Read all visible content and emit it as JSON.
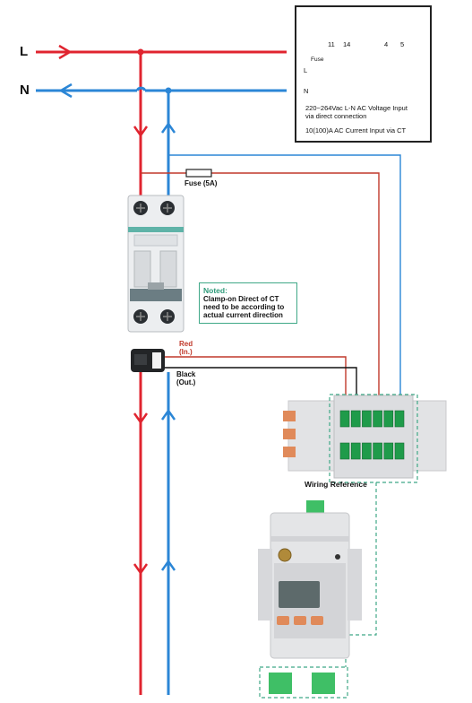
{
  "lines": {
    "live": "L",
    "neutral": "N"
  },
  "inset": {
    "terminals": [
      "11",
      "14",
      "4",
      "5"
    ],
    "fuse": "Fuse",
    "line_l": "L",
    "line_n": "N",
    "note_voltage_1": "220~264Vac L-N AC Voltage Input",
    "note_voltage_2": "via direct connection",
    "note_current": "10(100)A AC Current Input via CT"
  },
  "fuse_label": "Fuse (5A)",
  "noted": {
    "title": "Noted:",
    "line1": "Clamp-on Direct of CT",
    "line2": "need to be according to",
    "line3": "actual current direction"
  },
  "ct": {
    "red_1": "Red",
    "red_2": "(In.)",
    "black_1": "Black",
    "black_2": "(Out.)"
  },
  "wiring_reference": "Wiring Reference",
  "colors": {
    "live": "#e0242f",
    "neutral": "#2b86d6",
    "ct_red": "#c0392b",
    "terminal_green": "#1f9b4a",
    "note_green": "#3fa887",
    "device_grey": "#e6e7e9"
  }
}
